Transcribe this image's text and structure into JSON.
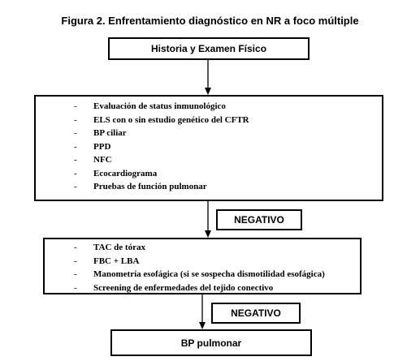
{
  "figure": {
    "title": "Figura 2. Enfrentamiento diagnóstico en NR a foco múltiple"
  },
  "boxes": {
    "history": {
      "label": "Historia y Examen Físico"
    },
    "first_tests": {
      "items": [
        "Evaluación de status inmunológico",
        "ELS con o sin estudio genético del CFTR",
        "BP ciliar",
        "PPD",
        "NFC",
        "Ecocardiograma",
        "Pruebas de función pulmonar"
      ]
    },
    "second_tests": {
      "items": [
        "TAC de tórax",
        "FBC + LBA",
        "Manometría esofágica (si se sospecha dismotilidad esofágica)",
        "Screening de enfermedades del tejido conectivo"
      ]
    },
    "final": {
      "label": "BP pulmonar"
    }
  },
  "labels": {
    "negativo_1": "NEGATIVO",
    "negativo_2": "NEGATIVO"
  },
  "list_bullet": "-"
}
